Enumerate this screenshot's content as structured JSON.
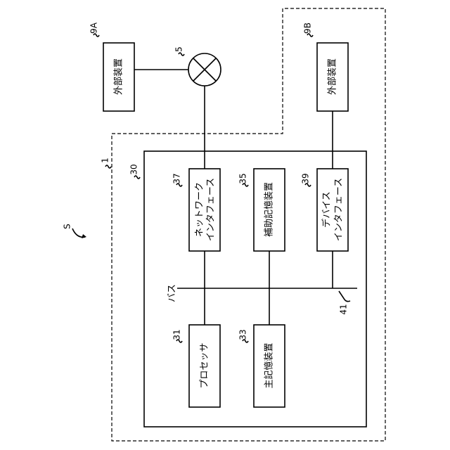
{
  "labels": {
    "external_a": "外部装置",
    "external_b": "外部装置",
    "network_if_line1": "ネットワーク",
    "network_if_line2": "インタフェース",
    "aux_storage": "補助記憶装置",
    "device_if_line1": "デバイス",
    "device_if_line2": "インタフェース",
    "processor": "プロセッサ",
    "main_storage": "主記憶装置",
    "bus": "バス"
  },
  "refs": {
    "system": "S",
    "apparatus": "1",
    "computer": "30",
    "external_a": "9A",
    "external_b": "9B",
    "network": "5",
    "network_if": "37",
    "aux_storage": "35",
    "device_if": "39",
    "processor": "31",
    "main_storage": "33",
    "bus": "41"
  }
}
